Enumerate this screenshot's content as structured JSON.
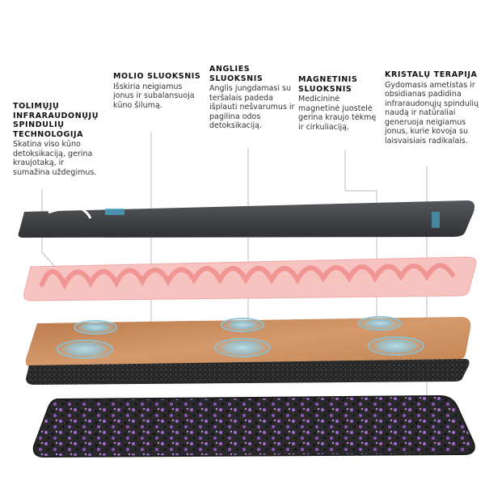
{
  "annotations": [
    {
      "title": "Tolimųjų infraraudonųjų spindulių technologija",
      "description": "Skatina viso kūno detoksikaciją, gerina kraujotaką, ir sumažina uždegimus."
    },
    {
      "title": "Molio sluoksnis",
      "description": "Išskiria neigiamus jonus ir subalansuoja kūno šilumą."
    },
    {
      "title": "Anglies sluoksnis",
      "description": "Anglis jungdamasi su teršalais padeda išplauti nešvarumus ir pagilina odos detoksikaciją."
    },
    {
      "title": "Magnetinis sluoksnis",
      "description": "Medicininė magnetinė juostelė gerina kraujo tėkmę ir cirkuliaciją."
    },
    {
      "title": "Kristalų terapija",
      "description": "Gydomasis ametistas ir obsidianas padidina infraraudonųjų spindulių naudą ir natūraliai generuoja neigiamus jonus, kurie kovoja su laisvaisiais radikalais."
    }
  ],
  "colors": {
    "top_layer": "#3d3f42",
    "pink_layer": "#f4b6b4",
    "pink_coil": "#f08f8c",
    "clay_layer": "#c98c5c",
    "magnet_rings": "#7fb7cc",
    "carbon_layer": "#2e2e2e",
    "crystal_purple": "#a26ac9",
    "label_line": "#bdbdbd"
  }
}
